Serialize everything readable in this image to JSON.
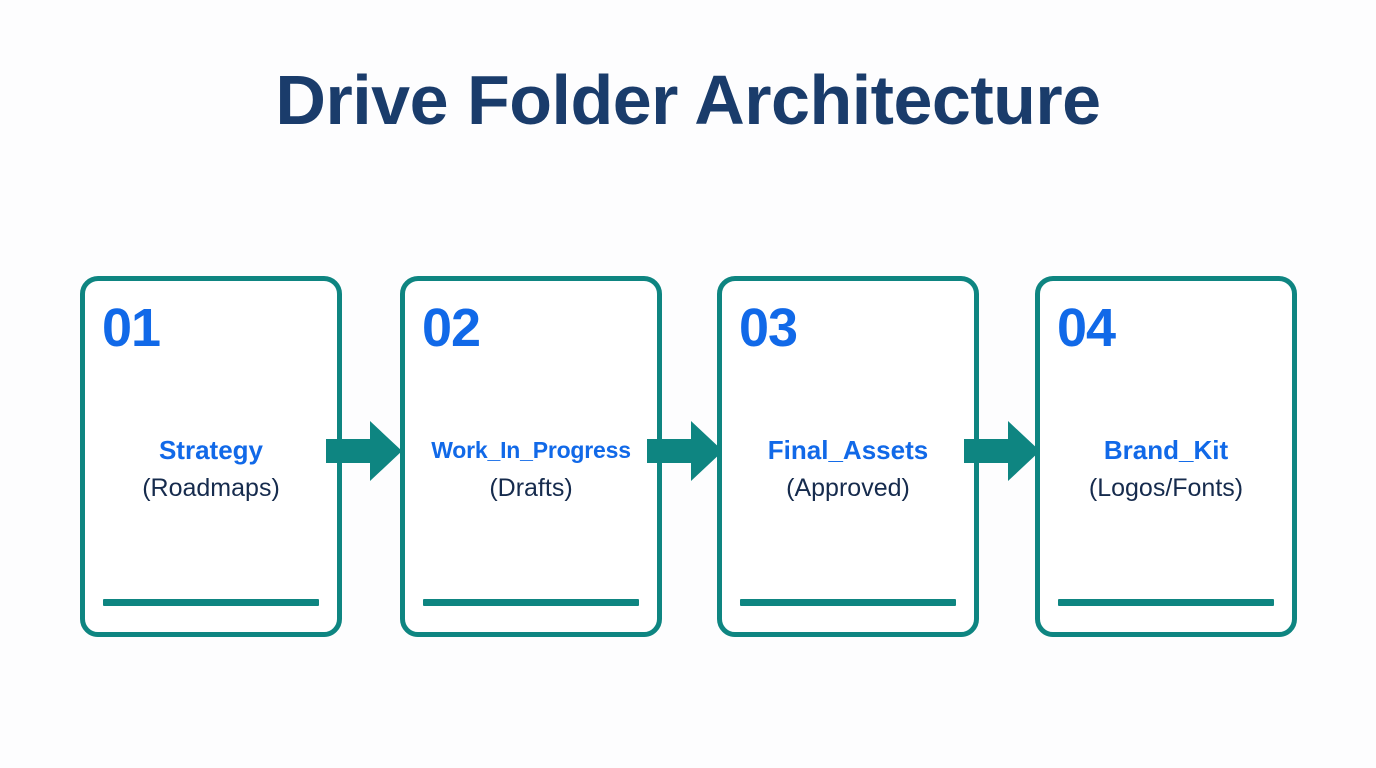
{
  "title": "Drive Folder Architecture",
  "colors": {
    "background": "#fdfdfe",
    "title_navy": "#1a3c6b",
    "accent_blue": "#1169e8",
    "accent_teal": "#0e8581",
    "subtitle_navy": "#162b4d",
    "card_fill": "#ffffff"
  },
  "flow": {
    "steps": [
      {
        "number": "01",
        "name": "Strategy",
        "detail": "(Roadmaps)"
      },
      {
        "number": "02",
        "name": "Work_In_Progress",
        "detail": "(Drafts)"
      },
      {
        "number": "03",
        "name": "Final_Assets",
        "detail": "(Approved)"
      },
      {
        "number": "04",
        "name": "Brand_Kit",
        "detail": "(Logos/Fonts)"
      }
    ],
    "connectors": [
      "arrow-right-icon",
      "arrow-right-icon",
      "arrow-right-icon"
    ]
  }
}
